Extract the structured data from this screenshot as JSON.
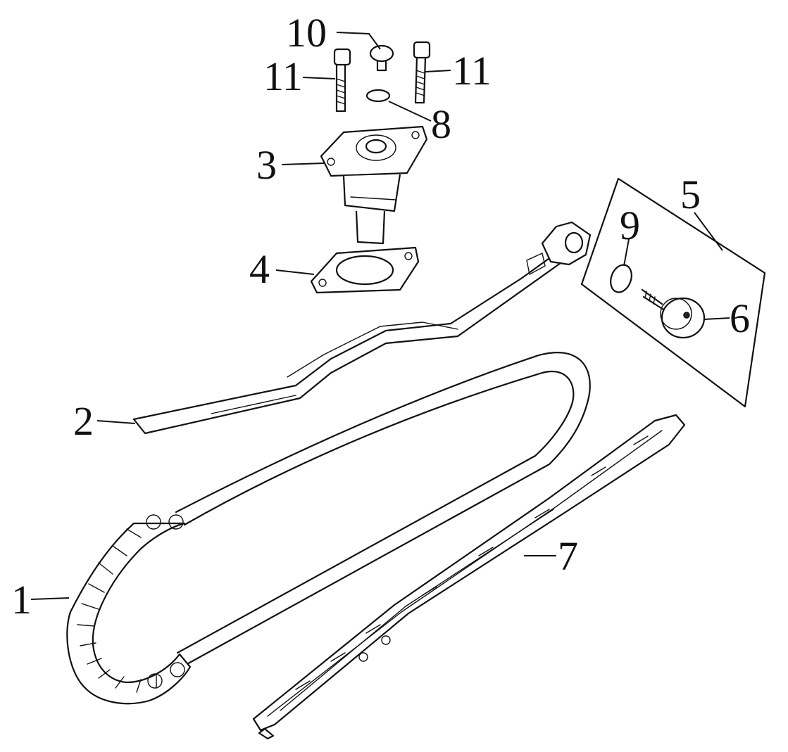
{
  "diagram": {
    "callouts": {
      "chain": "1",
      "tensioner_guide": "2",
      "tensioner_lifter": "3",
      "lifter_gasket": "4",
      "pivot_bolt_set": "5",
      "pivot_bolt": "6",
      "chain_guide": "7",
      "o_ring_top": "8",
      "o_ring_pivot": "9",
      "sealing_bolt": "10",
      "bolt_left": "11",
      "bolt_right": "11"
    }
  }
}
